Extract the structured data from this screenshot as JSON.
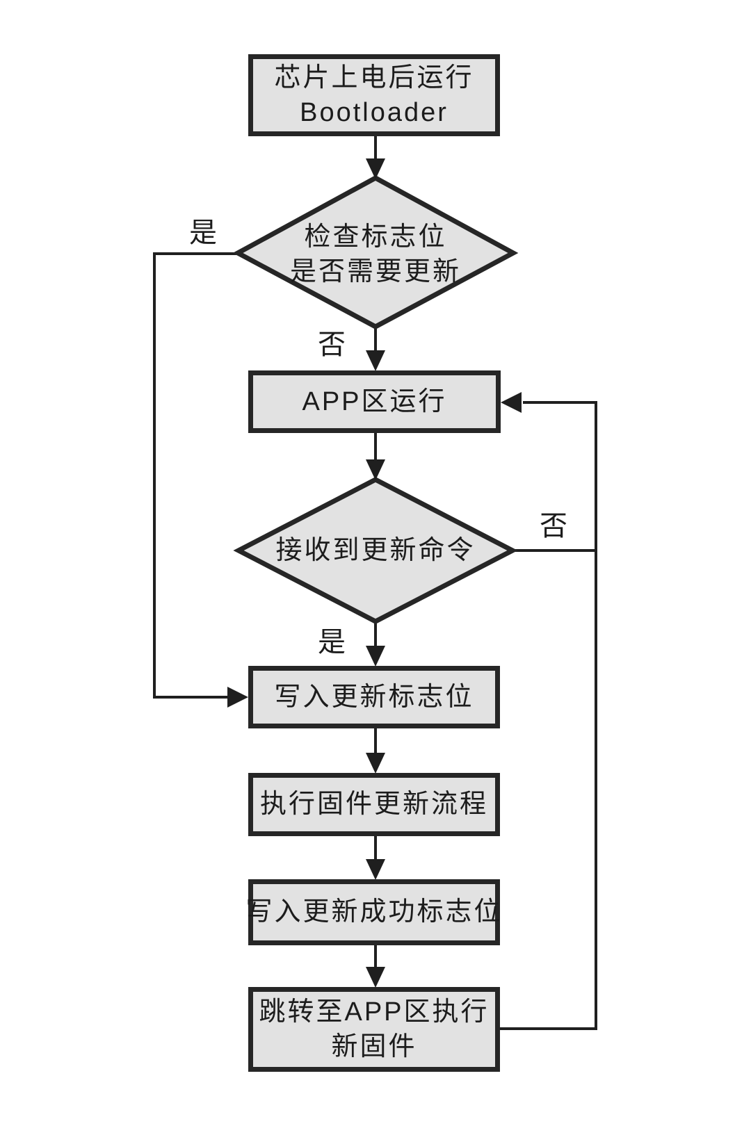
{
  "colors": {
    "background": "#ffffff",
    "node_fill": "#e2e2e2",
    "node_border": "#262626",
    "line": "#1f1f1f",
    "text": "#1c1c1c"
  },
  "nodes": {
    "start": {
      "type": "process",
      "line1": "芯片上电后运行",
      "line2": "Bootloader"
    },
    "check_flag_decision": {
      "type": "decision",
      "line1": "检查标志位",
      "line2": "是否需要更新"
    },
    "app_run": {
      "type": "process",
      "label": "APP区运行"
    },
    "receive_cmd_decision": {
      "type": "decision",
      "label": "接收到更新命令"
    },
    "write_update_flag": {
      "type": "process",
      "label": "写入更新标志位"
    },
    "execute_update": {
      "type": "process",
      "label": "执行固件更新流程"
    },
    "write_success_flag": {
      "type": "process",
      "label": "写入更新成功标志位"
    },
    "jump_to_app": {
      "type": "process",
      "line1": "跳转至APP区执行",
      "line2": "新固件"
    }
  },
  "edge_labels": {
    "check_yes": "是",
    "check_no": "否",
    "receive_no": "否",
    "receive_yes": "是"
  }
}
